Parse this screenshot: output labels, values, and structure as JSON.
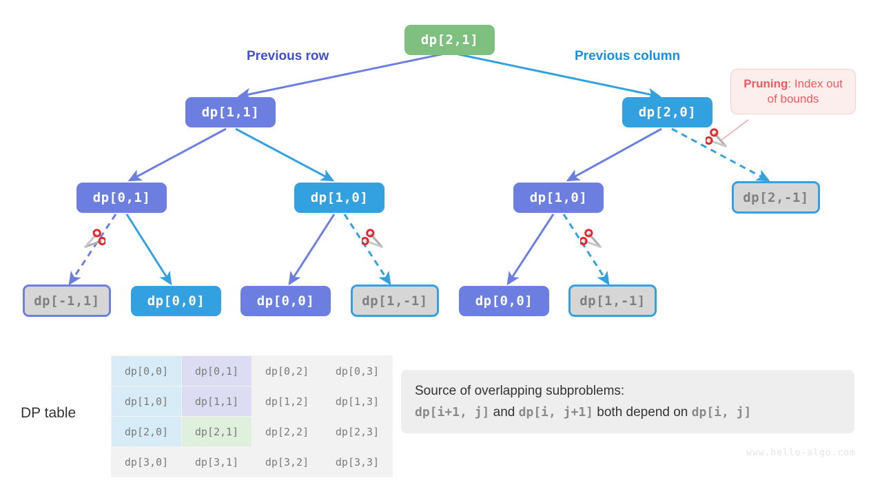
{
  "labels": {
    "previous_row": "Previous row",
    "previous_column": "Previous column",
    "dp_table": "DP table",
    "watermark": "www.hello-algo.com"
  },
  "pruning_callout": {
    "bold": "Pruning",
    "rest": ": Index out of bounds"
  },
  "overlap_note": {
    "line1": "Source of overlapping subproblems:",
    "code_a": "dp[i+1, j]",
    "mid1": " and ",
    "code_b": "dp[i, j+1]",
    "mid2": " both depend on ",
    "code_c": "dp[i, j]"
  },
  "tree": {
    "root": {
      "label": "dp[2,1]",
      "style": "green"
    },
    "level1": [
      {
        "label": "dp[1,1]",
        "style": "purple"
      },
      {
        "label": "dp[2,0]",
        "style": "blue"
      }
    ],
    "level2": [
      {
        "label": "dp[0,1]",
        "style": "purple"
      },
      {
        "label": "dp[1,0]",
        "style": "blue"
      },
      {
        "label": "dp[1,0]",
        "style": "purple"
      },
      {
        "label": "dp[2,-1]",
        "style": "pruned-blue"
      }
    ],
    "level3": [
      {
        "label": "dp[-1,1]",
        "style": "pruned-purple"
      },
      {
        "label": "dp[0,0]",
        "style": "blue"
      },
      {
        "label": "dp[0,0]",
        "style": "purple"
      },
      {
        "label": "dp[1,-1]",
        "style": "pruned-blue"
      },
      {
        "label": "dp[0,0]",
        "style": "purple"
      },
      {
        "label": "dp[1,-1]",
        "style": "pruned-blue"
      }
    ]
  },
  "dp_table": {
    "rows": [
      [
        "dp[0,0]",
        "dp[0,1]",
        "dp[0,2]",
        "dp[0,3]"
      ],
      [
        "dp[1,0]",
        "dp[1,1]",
        "dp[1,2]",
        "dp[1,3]"
      ],
      [
        "dp[2,0]",
        "dp[2,1]",
        "dp[2,2]",
        "dp[2,3]"
      ],
      [
        "dp[3,0]",
        "dp[3,1]",
        "dp[3,2]",
        "dp[3,3]"
      ]
    ]
  },
  "colors": {
    "green_node": "#7fbf7f",
    "purple_node": "#6c7ee0",
    "blue_node": "#33a1e0",
    "pruned_fill": "#d6d6d6",
    "prune_red": "#ef5a60",
    "row_label": "#4050c8",
    "col_label": "#1a8fe0"
  },
  "icons": {
    "scissors": "scissors-icon"
  }
}
